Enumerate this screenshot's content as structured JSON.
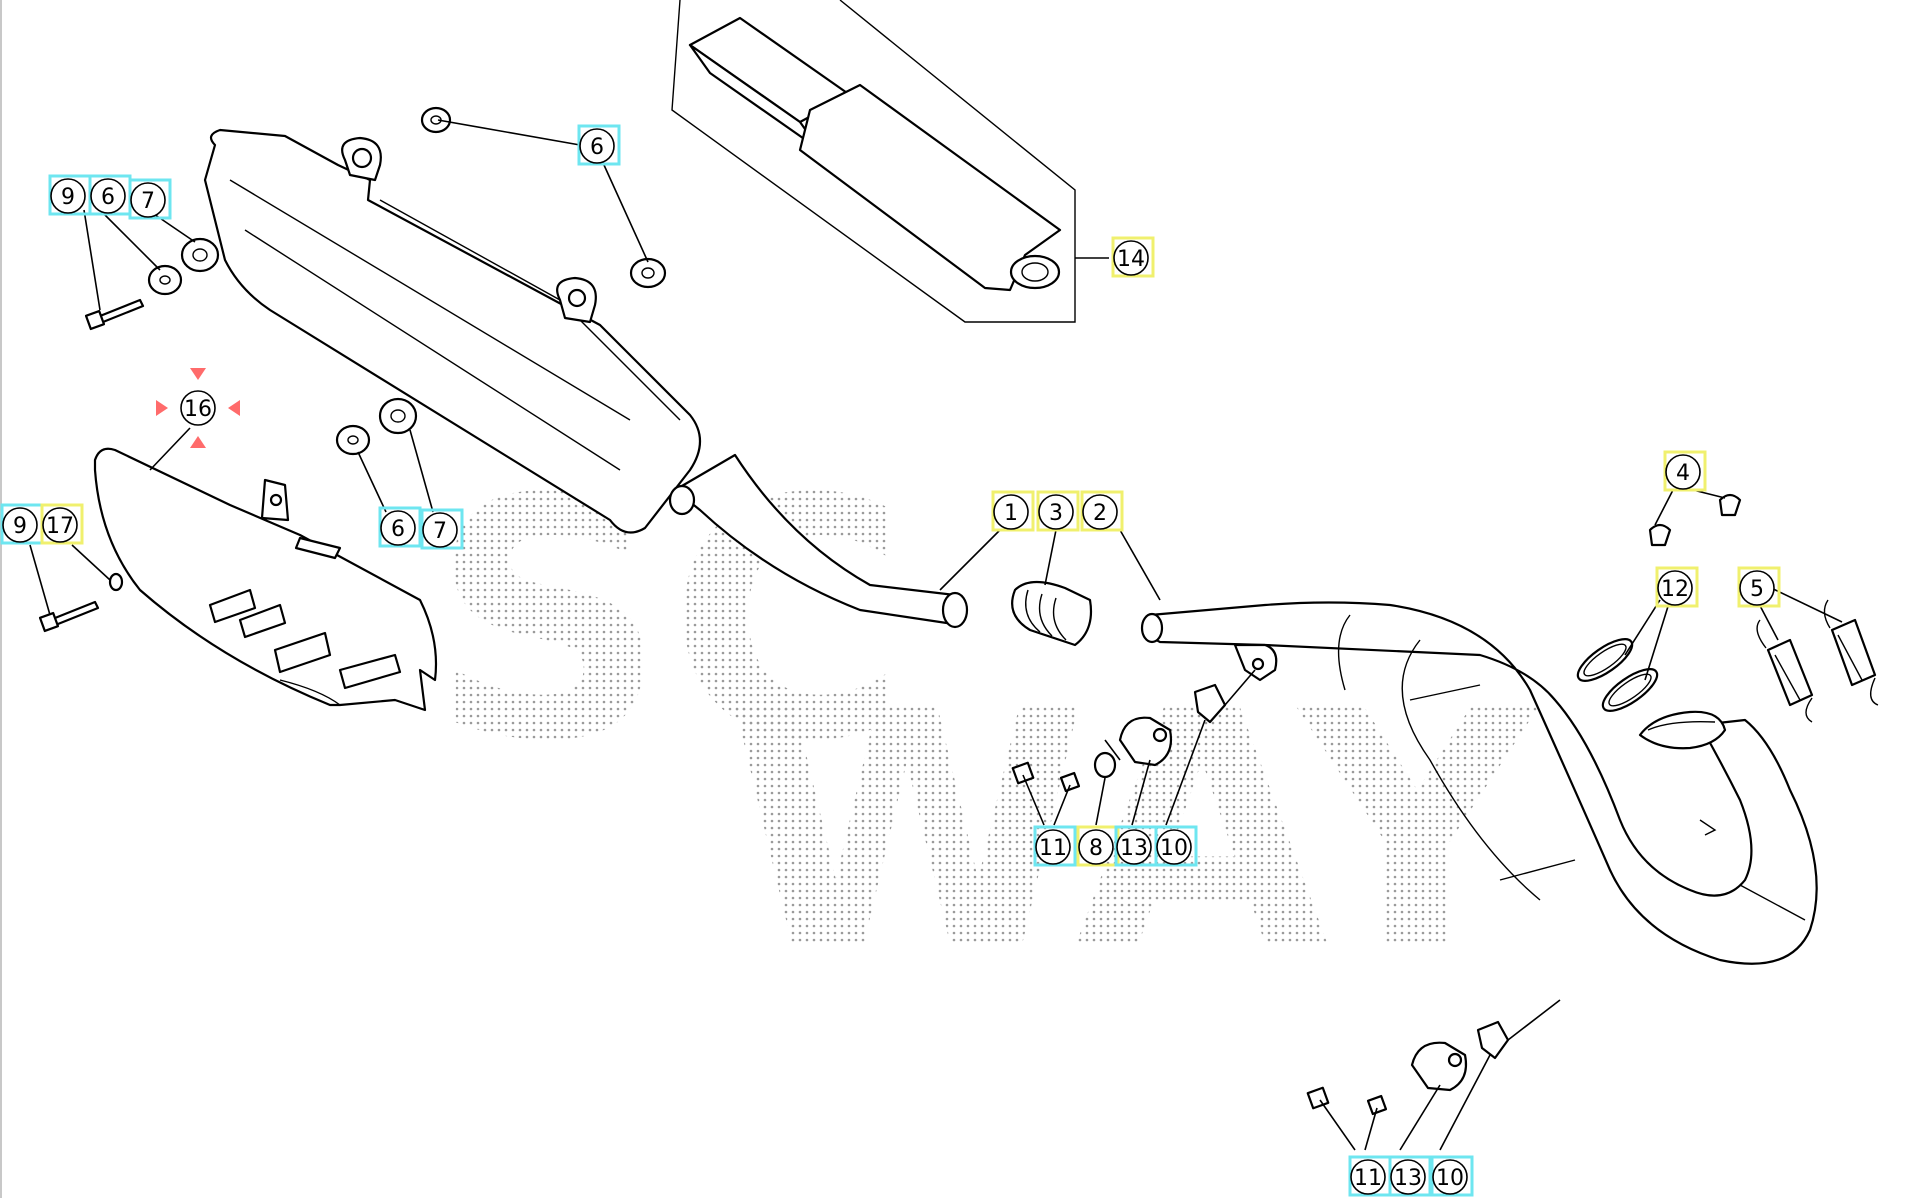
{
  "diagram": {
    "colors": {
      "stroke": "#000000",
      "available_mark": "#6ee6f0",
      "selected_mark": "#f0f06e",
      "hover_marker": "#ff6b6b",
      "watermark_dots": "#9a9a9a"
    },
    "watermark": {
      "line1": "SC",
      "line2": "WAY"
    },
    "callouts": [
      {
        "id": "c-1",
        "label": "1",
        "mark": "yellow"
      },
      {
        "id": "c-3",
        "label": "3",
        "mark": "yellow"
      },
      {
        "id": "c-2",
        "label": "2",
        "mark": "yellow"
      },
      {
        "id": "c-4",
        "label": "4",
        "mark": "yellow"
      },
      {
        "id": "c-5",
        "label": "5",
        "mark": "yellow"
      },
      {
        "id": "c-12",
        "label": "12",
        "mark": "yellow"
      },
      {
        "id": "c-14",
        "label": "14",
        "mark": "yellow"
      },
      {
        "id": "c-6a",
        "label": "6",
        "mark": "cyan"
      },
      {
        "id": "c-9a",
        "label": "9",
        "mark": "cyan"
      },
      {
        "id": "c-6b",
        "label": "6",
        "mark": "cyan"
      },
      {
        "id": "c-7a",
        "label": "7",
        "mark": "cyan"
      },
      {
        "id": "c-16",
        "label": "16",
        "mark": "hover"
      },
      {
        "id": "c-9b",
        "label": "9",
        "mark": "cyan"
      },
      {
        "id": "c-17",
        "label": "17",
        "mark": "yellow"
      },
      {
        "id": "c-6c",
        "label": "6",
        "mark": "cyan"
      },
      {
        "id": "c-7b",
        "label": "7",
        "mark": "cyan"
      },
      {
        "id": "c-11a",
        "label": "11",
        "mark": "cyan"
      },
      {
        "id": "c-8",
        "label": "8",
        "mark": "yellow"
      },
      {
        "id": "c-13a",
        "label": "13",
        "mark": "cyan"
      },
      {
        "id": "c-10a",
        "label": "10",
        "mark": "cyan"
      },
      {
        "id": "c-11b",
        "label": "11",
        "mark": "cyan"
      },
      {
        "id": "c-13b",
        "label": "13",
        "mark": "cyan"
      },
      {
        "id": "c-10b",
        "label": "10",
        "mark": "cyan"
      }
    ]
  }
}
